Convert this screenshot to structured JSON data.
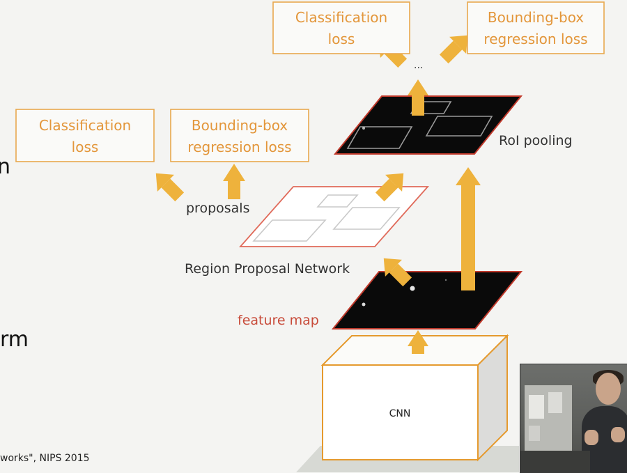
{
  "labels": {
    "cls_loss_top": [
      "Classification",
      "loss"
    ],
    "bbox_loss_top": [
      "Bounding-box",
      "regression loss"
    ],
    "ellipsis": "...",
    "roi_pooling": "RoI pooling",
    "cls_loss_left": [
      "Classification",
      "loss"
    ],
    "bbox_loss_left": [
      "Bounding-box",
      "regression loss"
    ],
    "proposals": "proposals",
    "rpn": "Region Proposal Network",
    "feature_map": "feature map",
    "cnn": "CNN"
  },
  "fragments": {
    "left_n": "n",
    "left_rm": "rm",
    "citation": "works\", NIPS 2015"
  },
  "colors": {
    "accent_orange": "#e59a2e",
    "box_border": "#e8a84e",
    "label_orange": "#e3963a",
    "arrow": "#eeb23c",
    "feature_red": "#c0392b",
    "plane_dark": "#0a0a0a",
    "text_dark": "#222222"
  }
}
